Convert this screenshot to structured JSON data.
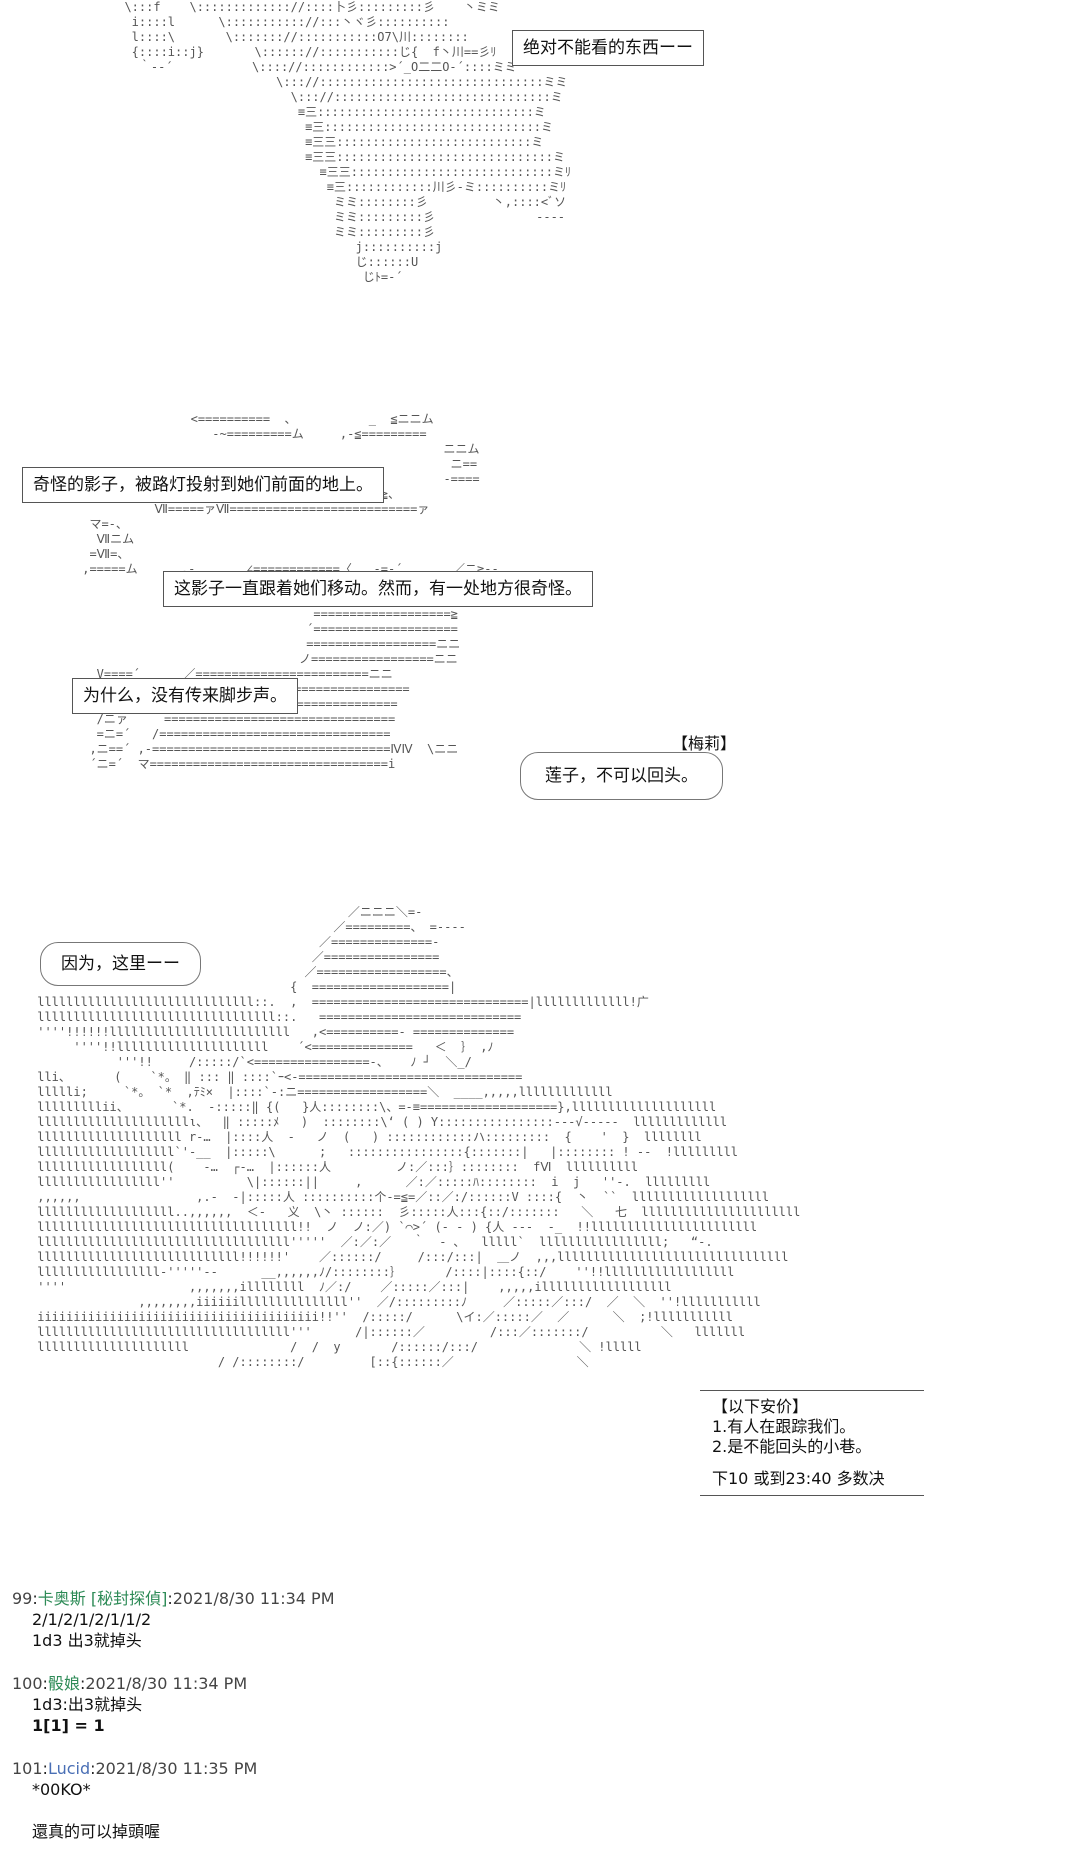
{
  "scene1": {
    "bubble": "绝对不能看的东西ーー"
  },
  "scene2": {
    "box1": "奇怪的影子，被路灯投射到她们前面的地上。",
    "box2": "这影子一直跟着她们移动。然而，有一处地方很奇怪。",
    "box3": "为什么，没有传来脚步声。",
    "speaker": "【梅莉】",
    "speech": "莲子，不可以回头。"
  },
  "scene3": {
    "speech": "因为，这里ーー",
    "menu": {
      "title": "【以下安价】",
      "option1": "1.有人在跟踪我们。",
      "option2": "2.是不能回头的小巷。",
      "footer": "下10 或到23:40 多数决"
    }
  },
  "posts": [
    {
      "num": "99",
      "name": "卡奥斯 [秘封探偵]",
      "date": "2021/8/30 11:34 PM",
      "lines": [
        "2/1/2/1/2/1/1/2",
        "1d3 出3就掉头"
      ]
    },
    {
      "num": "100",
      "name": "骰娘",
      "date": "2021/8/30 11:34 PM",
      "lines": [
        "1d3:出3就掉头"
      ],
      "result": "1[1] = 1"
    },
    {
      "num": "101",
      "name": "Lucid",
      "date": "2021/8/30 11:35 PM",
      "lines": [
        "*00KO*",
        "",
        "還真的可以掉頭喔"
      ]
    }
  ]
}
